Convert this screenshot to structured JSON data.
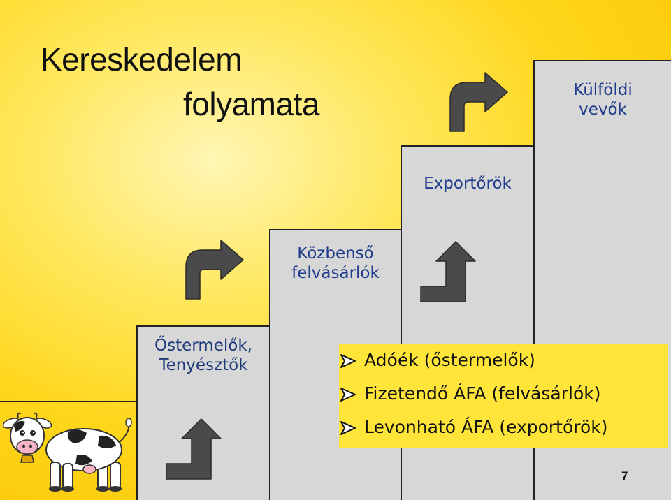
{
  "title": {
    "line1": "Kereskedelem",
    "line2": "folyamata"
  },
  "steps": [
    {
      "label": "Őstermelők,\nTenyésztők"
    },
    {
      "label": "Közbenső\nfelvásárlók"
    },
    {
      "label": "Exportőrök"
    },
    {
      "label": "Külföldi\nvevők"
    }
  ],
  "bullets": [
    {
      "text": "Adóék (őstermelők)"
    },
    {
      "text": "Fizetendő ÁFA (felvásárlók)"
    },
    {
      "text": "Levonható ÁFA (exportőrök)"
    }
  ],
  "icons": {
    "bullet": "arrowhead-bullet-icon",
    "curved_arrow": "curved-up-right-arrow-icon",
    "up_arrow": "up-arrow-icon",
    "illustration": "cow-icon"
  },
  "colors": {
    "background": "#ffd61a",
    "step_fill": "#d7d7d7",
    "step_text": "#1f3b8c",
    "arrow_fill": "#4a4a4a"
  },
  "page_number": "7"
}
